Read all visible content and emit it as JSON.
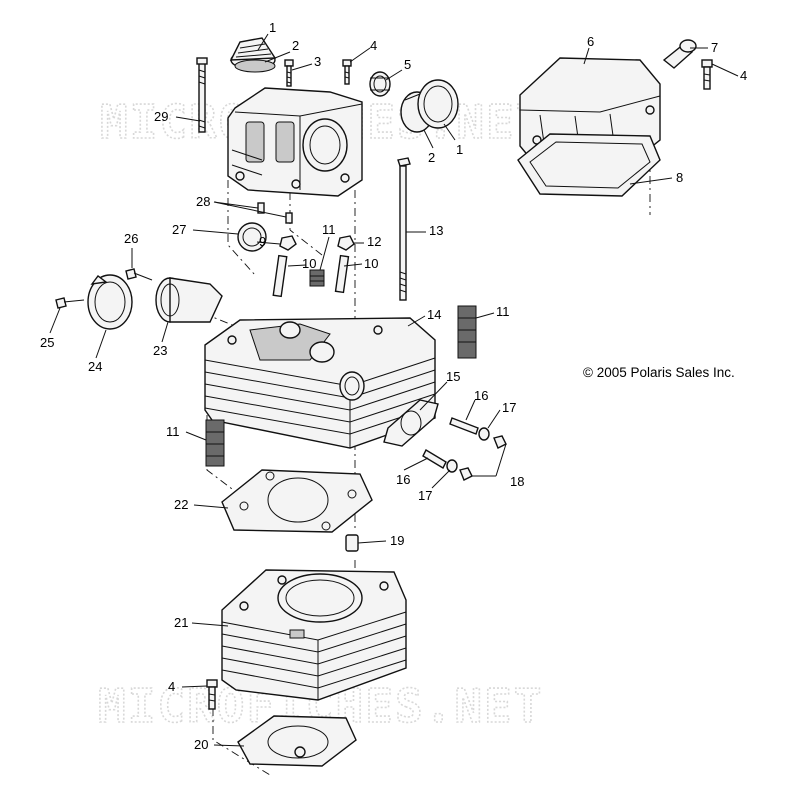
{
  "copyright": "© 2005 Polaris Sales Inc.",
  "watermark": "MICROFICHES.NET",
  "callouts": {
    "c1a": "1",
    "c2a": "2",
    "c3": "3",
    "c4a": "4",
    "c5": "5",
    "c2b": "2",
    "c1b": "1",
    "c6": "6",
    "c7": "7",
    "c4b": "4",
    "c8": "8",
    "c29": "29",
    "c28": "28",
    "c27": "27",
    "c26": "26",
    "c9": "9",
    "c11a": "11",
    "c12": "12",
    "c10a": "10",
    "c10b": "10",
    "c13": "13",
    "c11b": "11",
    "c14": "14",
    "c25": "25",
    "c24": "24",
    "c23": "23",
    "c15": "15",
    "c16a": "16",
    "c17a": "17",
    "c11c": "11",
    "c16b": "16",
    "c17b": "17",
    "c18": "18",
    "c22": "22",
    "c19": "19",
    "c21": "21",
    "c4c": "4",
    "c20": "20"
  }
}
